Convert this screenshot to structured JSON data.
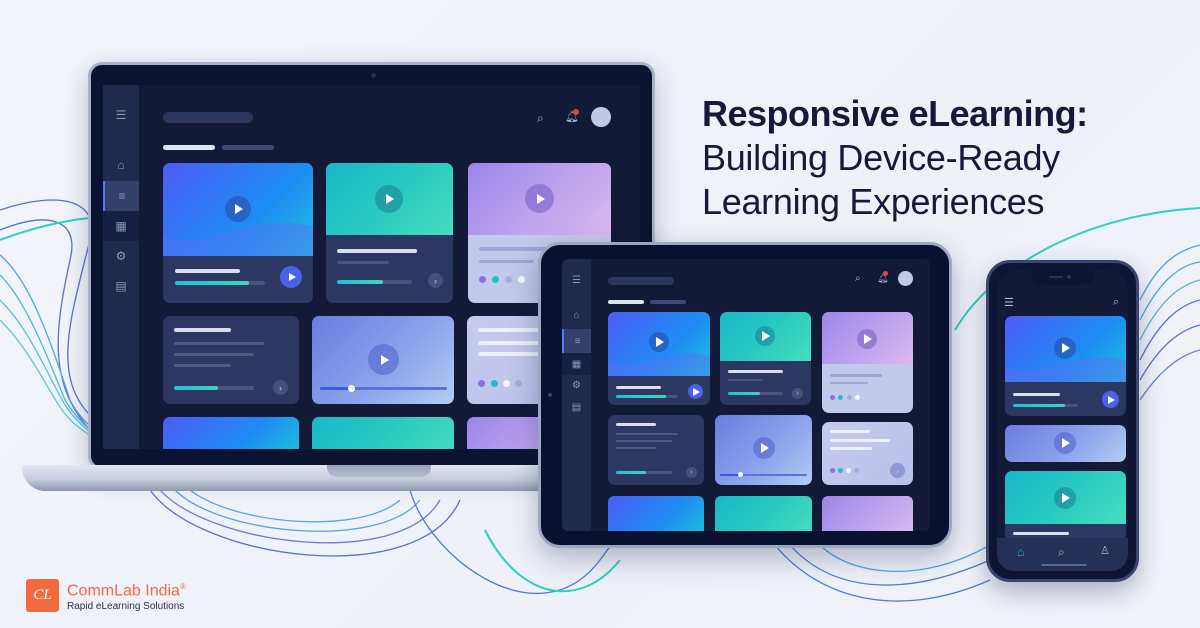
{
  "headline": {
    "line1": "Responsive eLearning:",
    "line2": "Building Device-Ready",
    "line3": "Learning Experiences"
  },
  "brand": {
    "mark": "CL",
    "name": "CommLab India",
    "registered": "®",
    "tagline": "Rapid eLearning Solutions",
    "color": "#f26a3d"
  },
  "colors": {
    "background": "#f1f3f9",
    "title": "#16193a",
    "screen_bg": "#121a38",
    "sidebar_bg": "#1f2a4c",
    "accent_blue": "#4a63e6",
    "accent_teal": "#2ac9c0",
    "accent_purple": "#9b86ea",
    "notification_badge": "#e0454f"
  },
  "devices": {
    "laptop": {
      "sidebar": [
        "menu-icon",
        "home-icon",
        "courses-icon",
        "grid-icon",
        "settings-icon",
        "document-icon"
      ],
      "active_item": "courses-icon",
      "header_icons": [
        "search-icon",
        "bell-icon",
        "avatar"
      ],
      "notification_badge": "!",
      "cards": [
        {
          "type": "video",
          "gradient": "blue",
          "progress": 0.82
        },
        {
          "type": "video",
          "gradient": "teal",
          "progress": 0.6
        },
        {
          "type": "video",
          "gradient": "purple",
          "dots": 4
        },
        {
          "type": "text",
          "progress": 0.55
        },
        {
          "type": "video-player",
          "gradient": "periwinkle",
          "scrub": 0.25
        },
        {
          "type": "text-light",
          "dots": 4
        }
      ]
    },
    "tablet": {
      "sidebar": [
        "menu-icon",
        "home-icon",
        "courses-icon",
        "grid-icon",
        "settings-icon",
        "document-icon"
      ],
      "header_icons": [
        "search-icon",
        "bell-icon",
        "avatar"
      ],
      "notification_badge": "!",
      "cards": 9
    },
    "phone": {
      "header_icons": [
        "menu-icon",
        "search-icon"
      ],
      "cards": 3,
      "tabbar": [
        "home-icon",
        "search-icon",
        "profile-icon"
      ],
      "active_tab": "home-icon"
    }
  }
}
